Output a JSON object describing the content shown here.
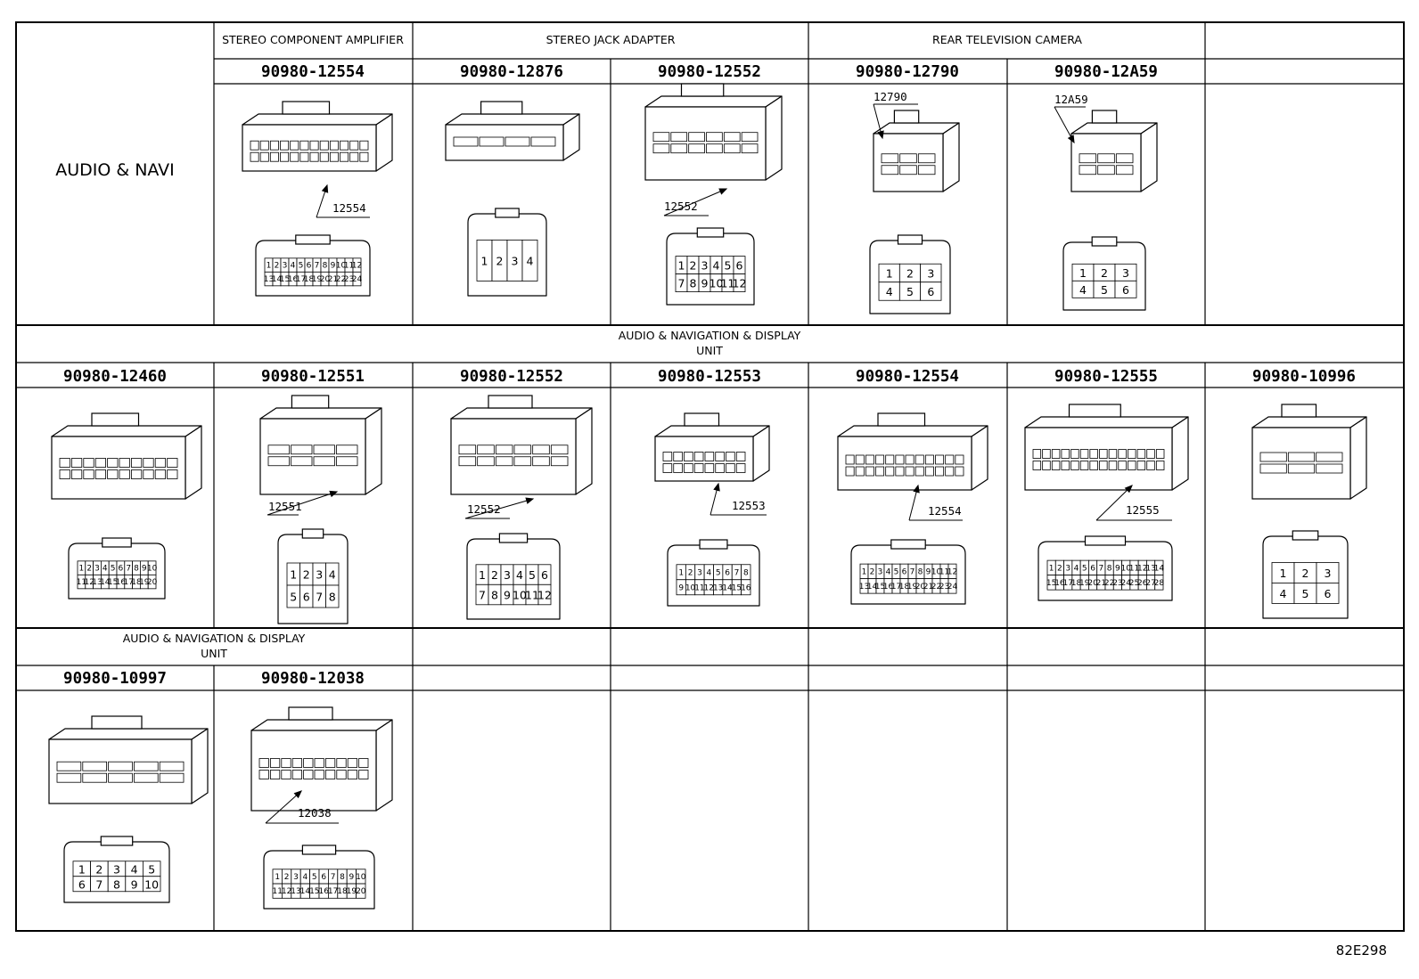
{
  "row1": {
    "side_label": "AUDIO & NAVI",
    "headers": [
      "STEREO COMPONENT AMPLIFIER",
      "STEREO JACK ADAPTER",
      "REAR TELEVISION CAMERA"
    ],
    "parts": [
      "90980-12554",
      "90980-12876",
      "90980-12552",
      "90980-12790",
      "90980-12A59"
    ],
    "callouts": [
      "12554",
      "12552",
      "12790",
      "12A59"
    ]
  },
  "row2": {
    "header_line1": "AUDIO & NAVIGATION & DISPLAY",
    "header_line2": "UNIT",
    "parts": [
      "90980-12460",
      "90980-12551",
      "90980-12552",
      "90980-12553",
      "90980-12554",
      "90980-12555",
      "90980-10996"
    ],
    "callouts": [
      "12551",
      "12552",
      "12553",
      "12554",
      "12555"
    ]
  },
  "row3": {
    "header_line1": "AUDIO & NAVIGATION & DISPLAY",
    "header_line2": "UNIT",
    "parts": [
      "90980-10997",
      "90980-12038"
    ],
    "callouts": [
      "12038"
    ]
  },
  "pins": {
    "p4": [
      "1",
      "2",
      "3",
      "4"
    ],
    "p6": [
      "1",
      "2",
      "3",
      "4",
      "5",
      "6"
    ],
    "p8": [
      "1",
      "2",
      "3",
      "4",
      "5",
      "6",
      "7",
      "8"
    ],
    "p12": [
      "1",
      "2",
      "3",
      "4",
      "5",
      "6",
      "7",
      "8",
      "9",
      "10",
      "11",
      "12"
    ],
    "p20": [
      "1",
      "2",
      "3",
      "4",
      "5",
      "6",
      "7",
      "8",
      "9",
      "10",
      "11",
      "12",
      "13",
      "14",
      "15",
      "16",
      "17",
      "18",
      "19",
      "20"
    ],
    "p24": [
      "1",
      "2",
      "3",
      "4",
      "5",
      "6",
      "7",
      "8",
      "9",
      "10",
      "11",
      "12",
      "13",
      "14",
      "15",
      "16",
      "17",
      "18",
      "19",
      "20",
      "21",
      "22",
      "23",
      "24"
    ],
    "p28": [
      "1",
      "2",
      "3",
      "4",
      "5",
      "6",
      "7",
      "8",
      "9",
      "10",
      "11",
      "12",
      "13",
      "14",
      "15",
      "16",
      "17",
      "18",
      "19",
      "20",
      "21",
      "22",
      "23",
      "24",
      "25",
      "26",
      "27",
      "28"
    ],
    "p10": [
      "1",
      "2",
      "3",
      "4",
      "5",
      "6",
      "7",
      "8",
      "9",
      "10"
    ]
  },
  "figure_ref": "82E298"
}
